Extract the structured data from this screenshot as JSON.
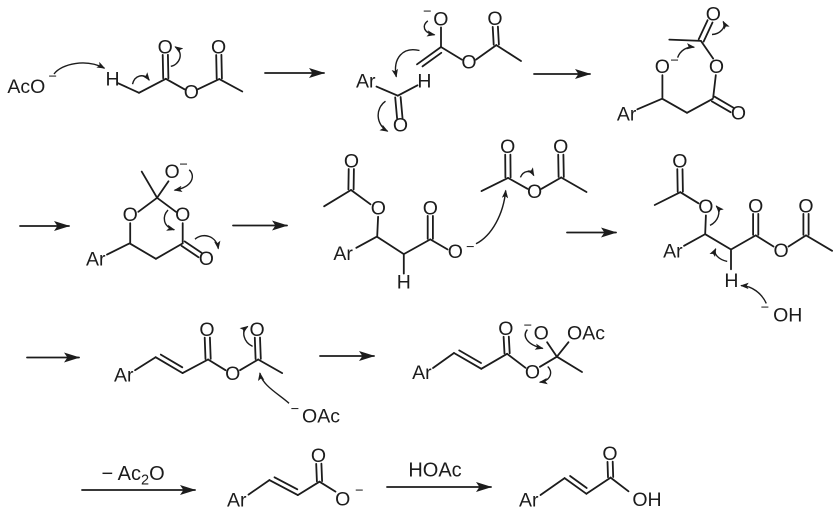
{
  "figure": {
    "kind": "reaction-mechanism-scheme",
    "background": "#ffffff",
    "ink": "#1c1c1c"
  },
  "structures": {
    "s1": {
      "acO": "AcO",
      "minus": "−",
      "h": "H",
      "o_carbonyl": "O",
      "o_ester": "O",
      "o_carbonyl2": "O"
    },
    "s2": {
      "minus": "−",
      "o_enolate": "O",
      "o_ester": "O",
      "o_carbonyl": "O",
      "ar": "Ar",
      "h": "H",
      "o_aldehyde": "O"
    },
    "s3": {
      "o_top": "O",
      "o_alkoxide": "O",
      "minus": "−",
      "o_ring": "O",
      "ar": "Ar",
      "o_carbonyl": "O"
    },
    "s4": {
      "o_alkoxide": "O",
      "minus": "−",
      "o_ring_left": "O",
      "o_ring_right": "O",
      "ar": "Ar",
      "o_carbonyl": "O"
    },
    "s5": {
      "o_acetyl": "O",
      "o_ester": "O",
      "ar": "Ar",
      "h": "H",
      "o_carbonyl": "O",
      "o_carboxylate": "O",
      "minus": "−",
      "ac2o_o_left": "O",
      "ac2o_o_mid": "O",
      "ac2o_o_right": "O"
    },
    "s6": {
      "o_acetyl": "O",
      "o_ester": "O",
      "ar": "Ar",
      "h": "H",
      "o_carbonyl": "O",
      "o_anhydride": "O",
      "o_acetyl2": "O",
      "hydroxide_minus": "−",
      "hydroxide": "OH"
    },
    "s7": {
      "ar": "Ar",
      "o_carbonyl": "O",
      "o_anhydride": "O",
      "o_acetyl": "O",
      "acetate_minus": "−",
      "acetate": "OAc"
    },
    "s8": {
      "ar": "Ar",
      "o_carbonyl": "O",
      "o_ester": "O",
      "minus": "−",
      "o_alkoxide": "O",
      "oAc": "OAc"
    },
    "s9": {
      "ar": "Ar",
      "o_carbonyl": "O",
      "o_carboxylate": "O",
      "minus": "−"
    },
    "s10": {
      "ar": "Ar",
      "o_carbonyl": "O",
      "oh": "OH"
    }
  },
  "reagents": {
    "ac2o_loss": {
      "head": "− Ac",
      "sub": "2",
      "tail": "O"
    },
    "hoac": "HOAc"
  }
}
